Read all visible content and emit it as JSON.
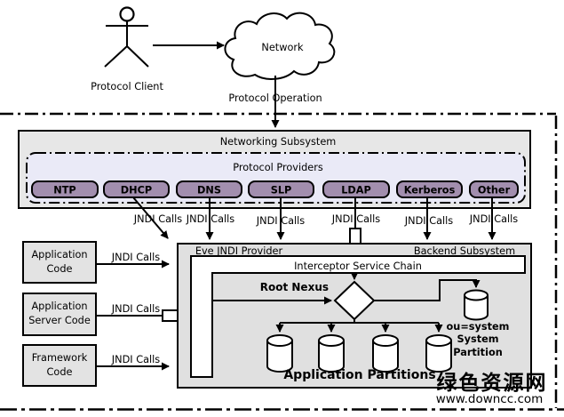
{
  "client": {
    "protocol_client": "Protocol Client",
    "network": "Network",
    "protocol_operation": "Protocol Operation"
  },
  "labels": {
    "jndi_calls": "JNDI Calls"
  },
  "networking_subsystem": {
    "title": "Networking Subsystem",
    "providers_title": "Protocol Providers",
    "protocols": [
      "NTP",
      "DHCP",
      "DNS",
      "SLP",
      "LDAP",
      "Kerberos",
      "Other"
    ]
  },
  "code_boxes": [
    {
      "line1": "Application",
      "line2": "Code"
    },
    {
      "line1": "Application",
      "line2": "Server Code"
    },
    {
      "line1": "Framework",
      "line2": "Code"
    }
  ],
  "eve_provider": {
    "title": "Eve JNDI Provider",
    "backend_title": "Backend Subsystem",
    "interceptor_chain": "Interceptor Service Chain",
    "root_nexus": "Root Nexus",
    "system_partition": [
      "ou=system",
      "System",
      "Partition"
    ],
    "application_partitions": "Application Partitions"
  },
  "watermark": {
    "site_name": "绿色资源网",
    "site_url": "www.downcc.com"
  },
  "colors": {
    "protocol_pill_fill": "#a28eae",
    "providers_area_fill": "#eaeaf7",
    "subsystem_fill": "#e7e7e7",
    "code_box_fill": "#e3e3e3",
    "eve_box_fill": "#e0e0e0",
    "watermark_name_color": "#8bc966",
    "watermark_url_color": "#aed39e"
  }
}
